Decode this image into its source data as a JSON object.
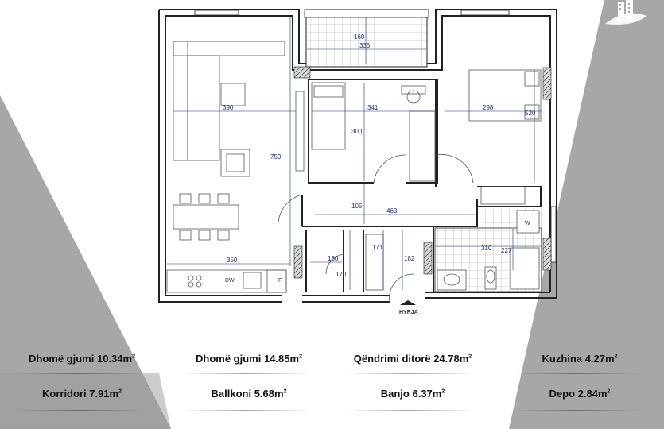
{
  "plan": {
    "entry_label": "HYRJA",
    "dimensions": [
      "160",
      "335",
      "390",
      "341",
      "298",
      "520",
      "759",
      "300",
      "105",
      "463",
      "350",
      "160",
      "170",
      "171",
      "182",
      "310",
      "227"
    ],
    "appliances": [
      "DW",
      "F",
      "W"
    ]
  },
  "areas": [
    {
      "name": "Dhomë gjumi 10.34m",
      "sup": "2"
    },
    {
      "name": "Dhomë gjumi 14.85m",
      "sup": "2"
    },
    {
      "name": "Qëndrimi ditorë 24.78m",
      "sup": "2"
    },
    {
      "name": "Kuzhina 4.27m",
      "sup": "2"
    },
    {
      "name": "Korridori 7.91m",
      "sup": "2"
    },
    {
      "name": "Ballkoni 5.68m",
      "sup": "2"
    },
    {
      "name": "Banjo 6.37m",
      "sup": "2"
    },
    {
      "name": "Depo 2.84m",
      "sup": "2"
    }
  ],
  "colors": {
    "background_shape": "#a7a7a9",
    "wall": "#222222",
    "dimension": "#1e2f7a",
    "tile": "#9aa3b5"
  },
  "icons": [
    "building-logo-icon",
    "entry-arrow-icon"
  ]
}
